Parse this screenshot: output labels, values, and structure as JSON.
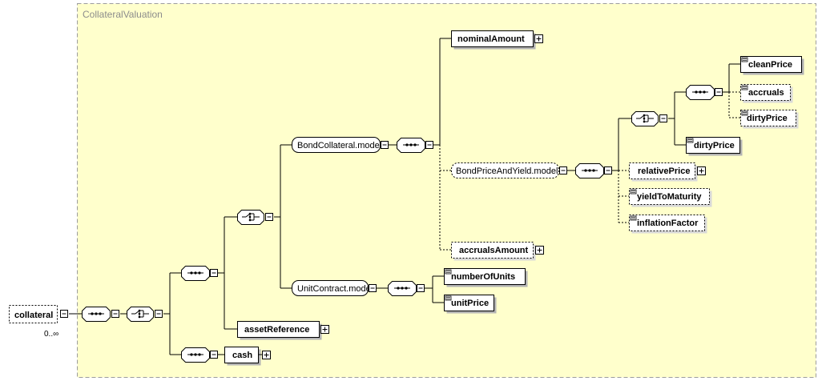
{
  "diagram": {
    "title": "CollateralValuation",
    "root": {
      "label": "collateral",
      "cardinality": "0..∞"
    },
    "elements": {
      "nominal_amount": "nominalAmount",
      "clean_price": "cleanPrice",
      "accruals": "accruals",
      "dirty_price_opt": "dirtyPrice",
      "dirty_price": "dirtyPrice",
      "relative_price": "relativePrice",
      "yield_to_maturity": "yieldToMaturity",
      "inflation_factor": "inflationFactor",
      "accruals_amount": "accrualsAmount",
      "number_of_units": "numberOfUnits",
      "unit_price": "unitPrice",
      "asset_reference": "assetReference",
      "cash": "cash"
    },
    "groups": {
      "bond_collateral": "BondCollateral.model",
      "bond_price_and_yield": "BondPriceAndYield.model",
      "unit_contract": "UnitContract.model"
    },
    "colors": {
      "background_area": "#ffffcc",
      "area_border": "#9c9c9c",
      "node_fill": "#ffffff",
      "line": "#000000"
    }
  }
}
